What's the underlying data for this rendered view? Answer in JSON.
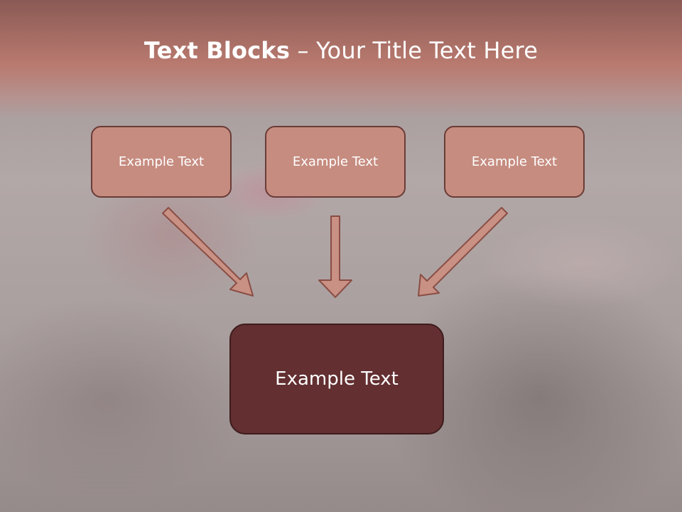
{
  "title": {
    "bold": "Text Blocks",
    "dash": " – ",
    "rest": "Your Title Text Here"
  },
  "top_boxes": [
    {
      "label": "Example Text"
    },
    {
      "label": "Example Text"
    },
    {
      "label": "Example Text"
    }
  ],
  "bottom_box": {
    "label": "Example Text"
  },
  "colors": {
    "header": "#b97a6f",
    "top_box_fill": "#c68c80",
    "top_box_border": "#6a3c36",
    "bottom_box_fill": "#632f31",
    "arrow_fill": "#c99084",
    "arrow_stroke": "#8a4e45"
  }
}
